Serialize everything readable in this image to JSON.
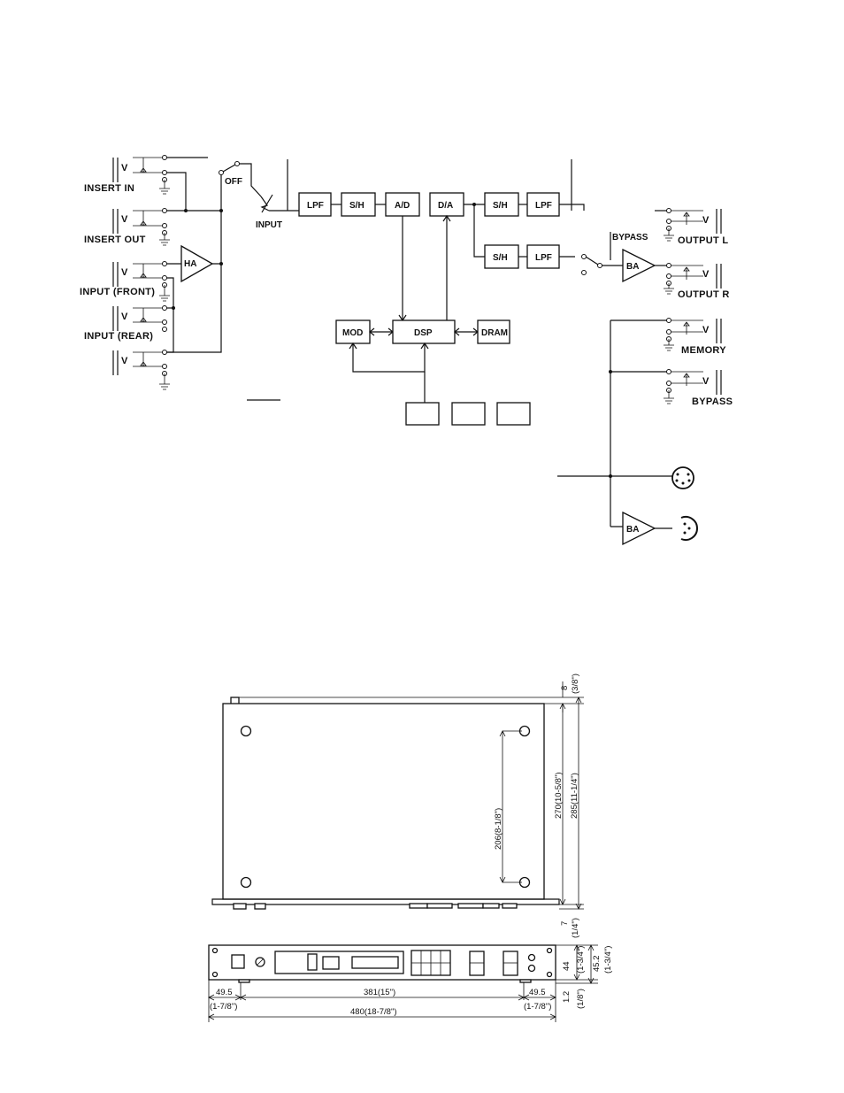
{
  "block_diagram": {
    "jacks": {
      "insert_in": "INSERT IN",
      "insert_out": "INSERT OUT",
      "input_front": "INPUT (FRONT)",
      "input_rear": "INPUT (REAR)",
      "output_l": "OUTPUT  L",
      "output_r": "OUTPUT  R",
      "memory": "MEMORY",
      "bypass_jack": "BYPASS"
    },
    "switches": {
      "off": "OFF",
      "input_vr": "INPUT",
      "bypass": "BYPASS"
    },
    "jack_glyph": "V",
    "amps": {
      "head_amp": "HA",
      "buffer_amp_out": "BA",
      "buffer_amp_midi": "BA"
    },
    "blocks": {
      "lpf_in": "LPF",
      "sh_in": "S/H",
      "ad": "A/D",
      "da": "D/A",
      "sh_l": "S/H",
      "lpf_l": "LPF",
      "sh_r": "S/H",
      "lpf_r": "LPF",
      "mod": "MOD",
      "dsp": "DSP",
      "dram": "DRAM"
    }
  },
  "dimensions": {
    "depth_top_tab": "8",
    "depth_top_tab_in": "(3/8\")",
    "depth_body": "270(10-5/8\")",
    "depth_total": "285(11-1/4\")",
    "hole_spacing": "206(8-1/8\")",
    "depth_bottom": "7",
    "depth_bottom_in": "(1/4\")",
    "height_panel": "44",
    "height_panel_in": "(1-3/4\")",
    "height_total": "45.2",
    "height_total_in": "(1-3/4\")",
    "foot": "1.2",
    "foot_in": "(1/8\")",
    "ear_left": "49.5",
    "ear_left_in": "(1-7/8\")",
    "hole_width": "381(15\")",
    "ear_right": "49.5",
    "ear_right_in": "(1-7/8\")",
    "total_width": "480(18-7/8\")"
  }
}
